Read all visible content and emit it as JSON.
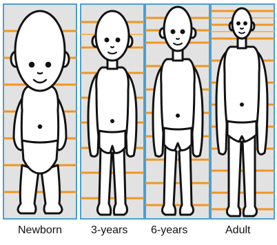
{
  "labels": [
    "Newborn",
    "3-years",
    "6-years",
    "Adult"
  ],
  "colors": {
    "panel_background": "#e2e2e2",
    "panel_border": "#4a9fd0",
    "guide_line_bold": "#f0951e",
    "guide_line_thin": "#f7b560",
    "outline": "#111111",
    "skin": "#ffffff"
  }
}
